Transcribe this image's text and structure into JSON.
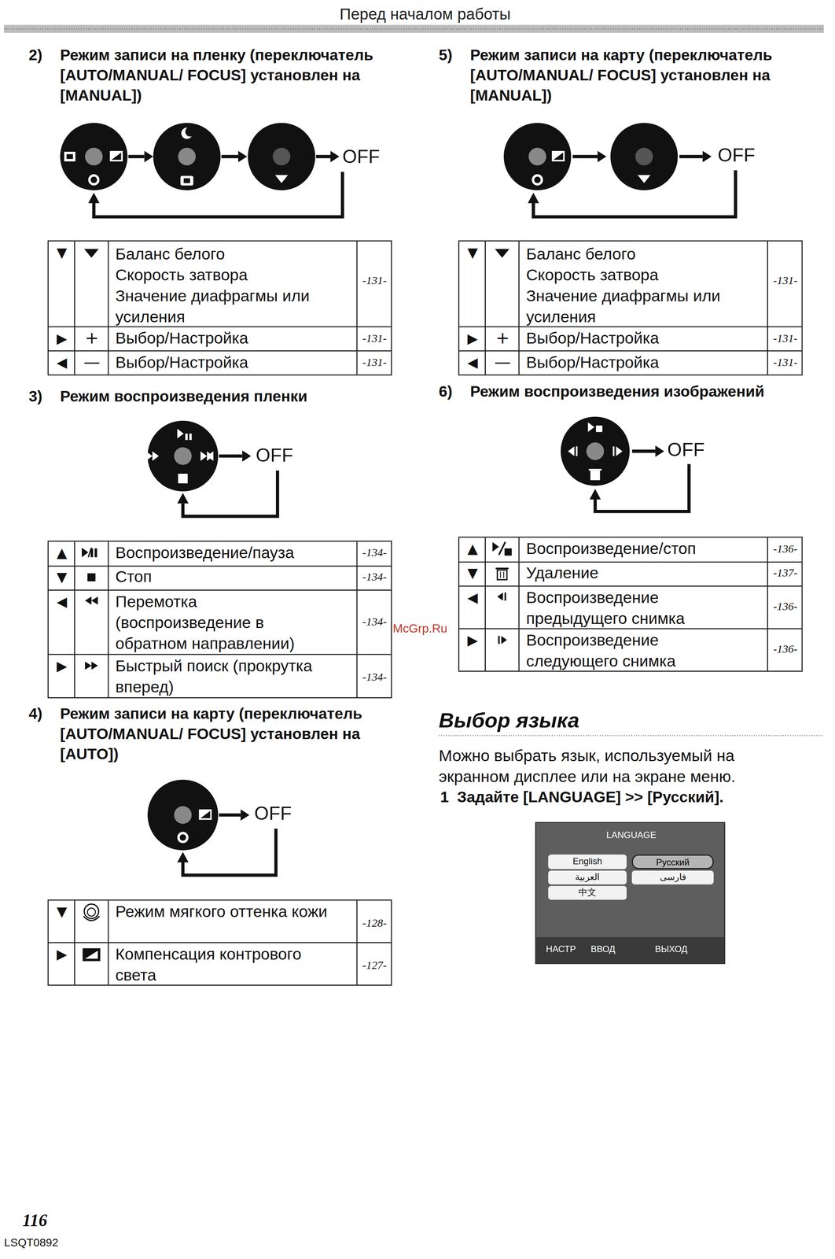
{
  "diagram": {
    "nodes": [
      {
        "text": [
          "LANGUAGE",
          "НАСТР",
          "ВВОД",
          "ВЫХОД"
        ]
      },
      {
        "text": [
          "English"
        ],
        "in": 0
      },
      {
        "text": [
          "Русский"
        ],
        "in": 0
      },
      {
        "text": [
          "العربية"
        ],
        "in": 0
      },
      {
        "text": [
          "فارسی"
        ],
        "in": 0
      },
      {
        "text": [
          "中文"
        ],
        "in": 0
      }
    ],
    "labels": [
      "Перед началом работы",
      "2)",
      "Режим записи на пленку (переключатель [AUTO/MANUAL/ FOCUS] установлен на [MANUAL])",
      "OFF",
      "▼",
      "Баланс белого",
      "Скорость затвора",
      "Значение диафрагмы или усиления",
      "-131-",
      "▶",
      "+",
      "Выбор/Настройка",
      "-131-",
      "◀",
      "—",
      "Выбор/Настройка",
      "-131-",
      "3)",
      "Режим воспроизведения пленки",
      "OFF",
      "▲",
      "Воспроизведение/пауза",
      "-134-",
      "▼",
      "Стоп",
      "-134-",
      "◀",
      "Перемотка (воспроизведение в обратном направлении)",
      "-134-",
      "▶",
      "Быстрый поиск (прокрутка вперед)",
      "-134-",
      "4)",
      "Режим записи на карту (переключатель [AUTO/MANUAL/ FOCUS] установлен на [AUTO])",
      "OFF",
      "▼",
      "Режим мягкого оттенка кожи",
      "-128-",
      "▶",
      "Компенсация контрового света",
      "-127-",
      "5)",
      "Режим записи на карту (переключатель [AUTO/MANUAL/ FOCUS] установлен на [MANUAL])",
      "OFF",
      "▼",
      "Баланс белого",
      "Скорость затвора",
      "Значение диафрагмы или усиления",
      "-131-",
      "▶",
      "+",
      "Выбор/Настройка",
      "-131-",
      "◀",
      "—",
      "Выбор/Настройка",
      "-131-",
      "6)",
      "Режим воспроизведения изображений",
      "OFF",
      "▲",
      "Воспроизведение/стоп",
      "-136-",
      "▼",
      "Удаление",
      "-137-",
      "◀",
      "Воспроизведение предыдущего снимка",
      "-136-",
      "▶",
      "Воспроизведение следующего снимка",
      "-136-",
      "Выбор языка",
      "Можно выбрать язык, используемый на экранном дисплее или на экране меню.",
      "1",
      "Задайте [LANGUAGE] >> [Русский].",
      "116",
      "LSQT0892",
      "McGrp.Ru"
    ]
  }
}
